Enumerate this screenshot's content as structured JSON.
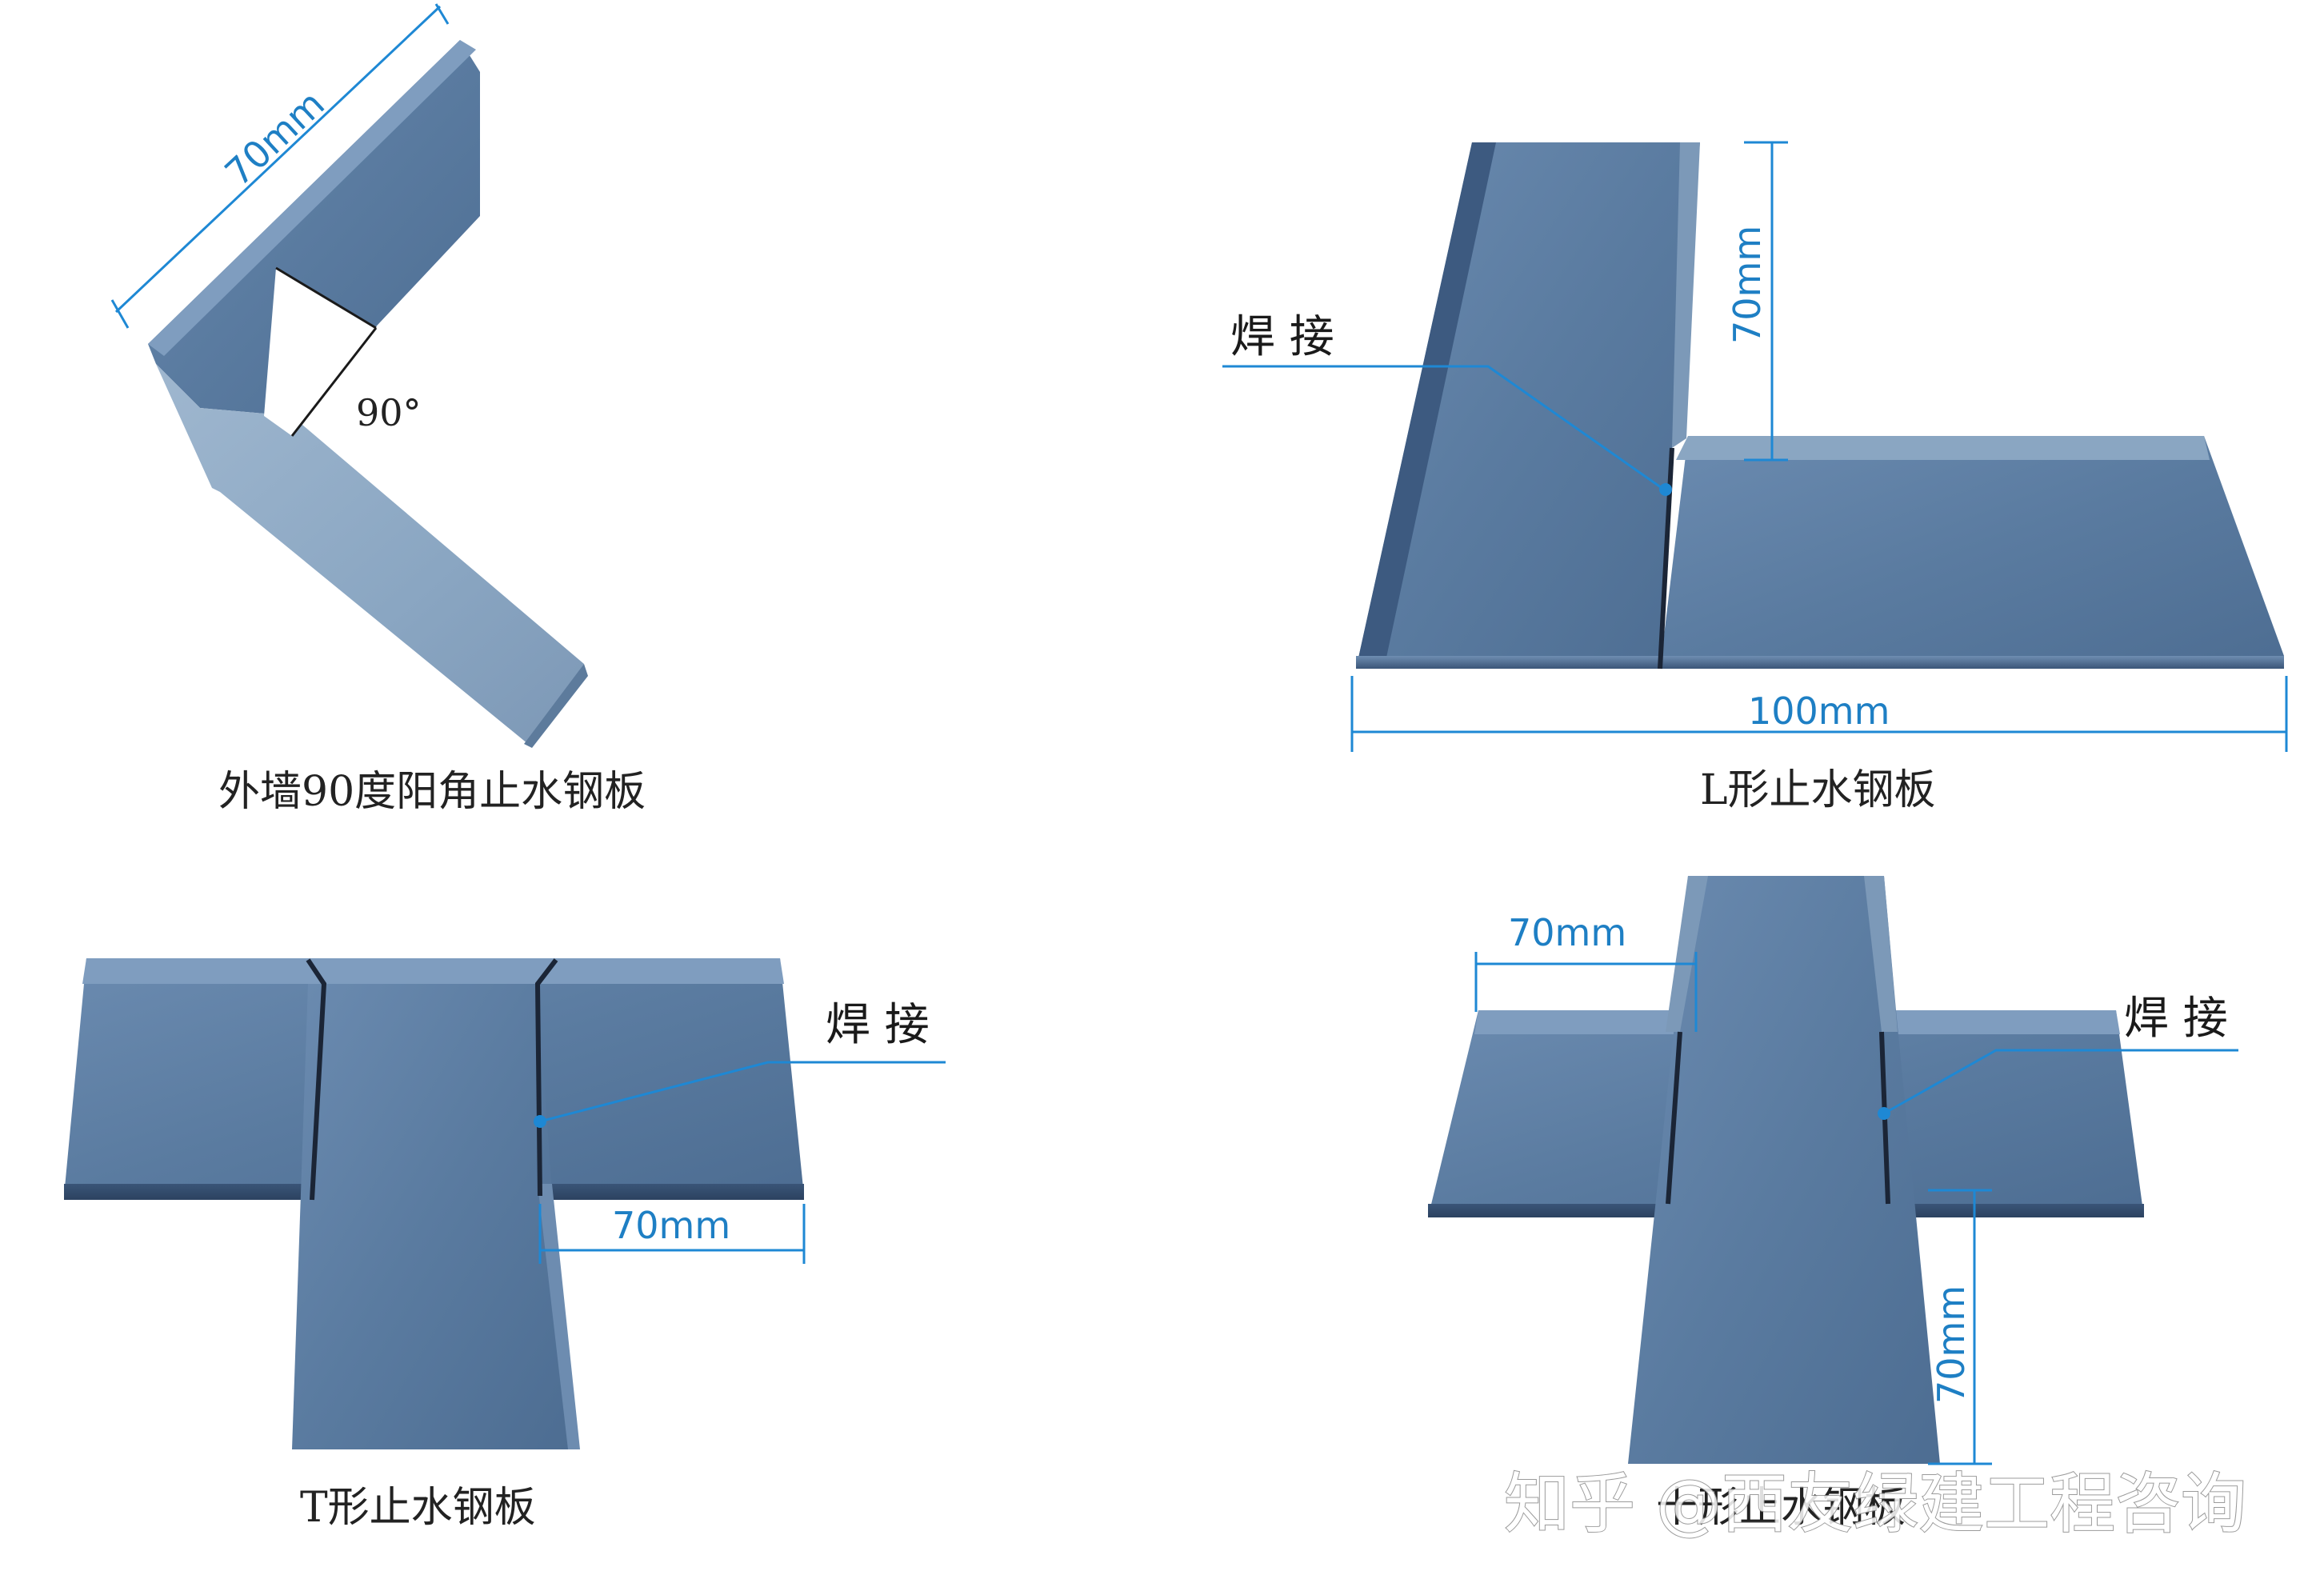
{
  "diagrams": {
    "corner": {
      "caption": "外墙90度阳角止水钢板",
      "dim_label": "70mm",
      "angle_label": "90°"
    },
    "l_shape": {
      "caption": "L形止水钢板",
      "weld_label": "焊 接",
      "dim_vertical": "70mm",
      "dim_horizontal": "100mm"
    },
    "t_shape": {
      "caption": "T形止水钢板",
      "weld_label": "焊 接",
      "dim_label": "70mm"
    },
    "cross_shape": {
      "caption": "十形止水钢板",
      "weld_label": "焊 接",
      "dim_top": "70mm",
      "dim_vertical": "70mm"
    }
  },
  "watermark": "知乎 @西友绿建工程咨询",
  "colors": {
    "steel_face": "#5a7ba0",
    "steel_edge": "#3d5a80",
    "steel_dark": "#2c4260",
    "dimension_blue": "#1e7fc4"
  }
}
